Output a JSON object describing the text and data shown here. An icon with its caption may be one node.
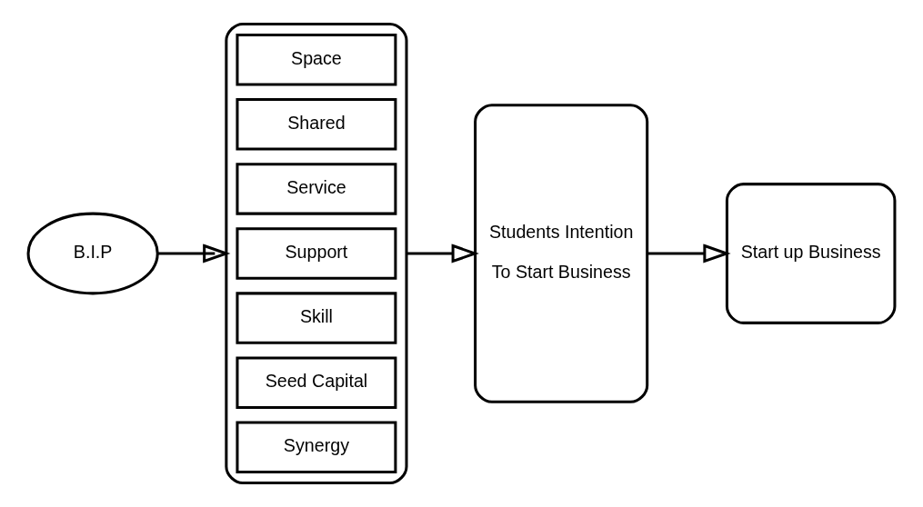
{
  "diagram": {
    "nodes": [
      {
        "text": [
          "B.I.P"
        ]
      },
      {
        "text": [],
        "shape": "bracket"
      },
      {
        "text": [
          "Space"
        ],
        "in": 1
      },
      {
        "text": [
          "Shared"
        ],
        "in": 1
      },
      {
        "text": [
          "Service"
        ],
        "in": 1
      },
      {
        "text": [
          "Support"
        ],
        "in": 1
      },
      {
        "text": [
          "Skill"
        ],
        "in": 1
      },
      {
        "text": [
          "Seed Capital"
        ],
        "in": 1
      },
      {
        "text": [
          "Synergy"
        ],
        "in": 1
      },
      {
        "text": [
          "Students Intention",
          "To Start Business"
        ]
      },
      {
        "text": [
          "Start up Business"
        ]
      }
    ],
    "edges": [
      {
        "from": 0,
        "to": 1,
        "arrow": "to"
      },
      {
        "from": 1,
        "to": 9,
        "arrow": "to"
      },
      {
        "from": 9,
        "to": 10,
        "arrow": "to"
      }
    ]
  }
}
